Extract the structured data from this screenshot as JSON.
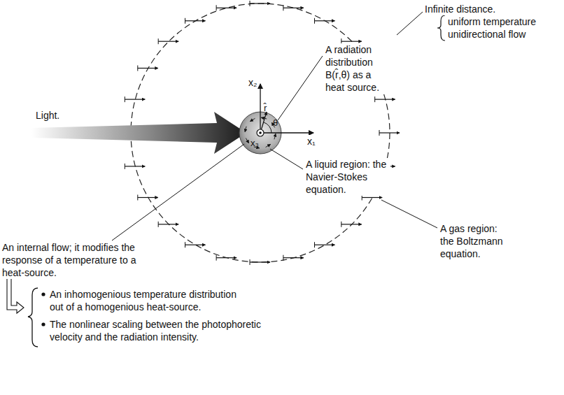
{
  "diagram": {
    "labels": [
      "Infinite distance.",
      "uniform temperature",
      "unidirectional flow",
      "x₂",
      "A radiation distribution B(r̂,θ) as a heat source.",
      "r̂",
      "θ",
      "x₁",
      "x₃",
      "Light.",
      "A liquid region: the Navier-Stokes equation.",
      "An internal flow; it modifies the response of a temperature to a heat-source.",
      "An inhomogenious temperature distribution out of a homogenious heat-source.",
      "The nonlinear scaling between the photophoretic velocity and the radiation intensity.",
      "A gas region: the Boltzmann equation."
    ]
  }
}
